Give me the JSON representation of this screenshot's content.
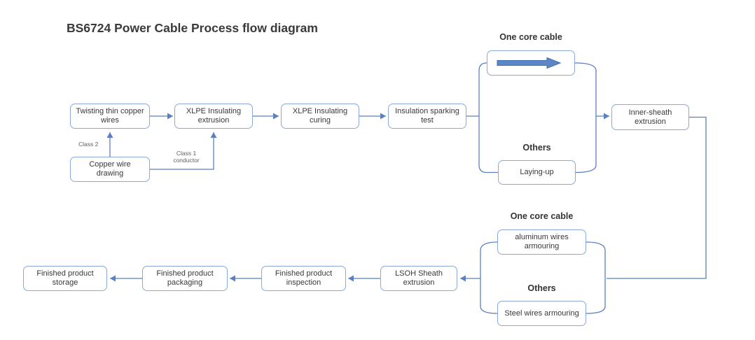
{
  "title": "BS6724 Power Cable Process flow diagram",
  "colors": {
    "box_border": "#8ba8d9",
    "connector_line": "#5b7fc0",
    "flow_arrow_fill": "#5b87c5",
    "flow_arrow_stroke": "#3e6cb0",
    "text": "#383838",
    "small_label_text": "#5f5f5f"
  },
  "nodes": {
    "twisting": "Twisting thin copper wires",
    "copper_drawing": "Copper wire drawing",
    "xlpe_extrusion": "XLPE Insulating extrusion",
    "xlpe_curing": "XLPE Insulating curing",
    "sparking_test": "Insulation sparking test",
    "laying_up": "Laying-up",
    "inner_sheath": "Inner-sheath extrusion",
    "aluminum_armouring": "aluminum wires armouring",
    "steel_armouring": "Steel wires armouring",
    "lsoh": "LSOH Sheath extrusion",
    "inspection": "Finished product inspection",
    "packaging": "Finished product packaging",
    "storage": "Finished product storage"
  },
  "labels": {
    "class2": "Class 2",
    "class1": "Class 1 conductor",
    "one_core_top": "One core cable",
    "others_top": "Others",
    "one_core_bottom": "One core cable",
    "others_bottom": "Others"
  }
}
